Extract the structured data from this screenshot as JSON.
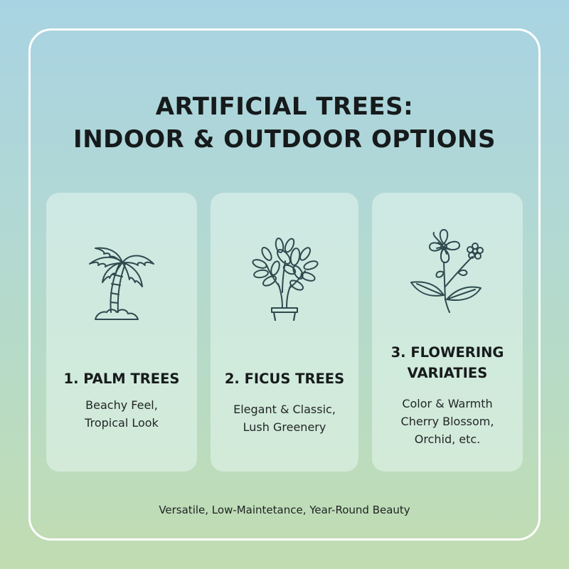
{
  "header": {
    "title_line1": "ARTIFICIAL TREES:",
    "title_line2": "INDOOR & OUTDOOR OPTIONS"
  },
  "cards": [
    {
      "icon": "palm-tree-icon",
      "heading_line1": "1. PALM TREES",
      "desc_line1": "Beachy Feel,",
      "desc_line2": "Tropical Look"
    },
    {
      "icon": "potted-ficus-icon",
      "heading_line1": "2. FICUS TREES",
      "desc_line1": "Elegant & Classic,",
      "desc_line2": "Lush Greenery"
    },
    {
      "icon": "flower-branch-icon",
      "heading_line1": "3. FLOWERING",
      "heading_line2": "VARIATIES",
      "desc_line1": "Color & Warmth",
      "desc_line2": "Cherry Blossom,",
      "desc_line3": "Orchid, etc."
    }
  ],
  "footer": {
    "tagline": "Versatile, Low-Maintetance, Year-Round Beauty"
  },
  "colors": {
    "background_top": "#a8d3e2",
    "background_bottom": "#c1dcb1",
    "frame_border": "#ffffff",
    "icon_stroke": "#2e4a4f",
    "text": "#161a1b"
  }
}
